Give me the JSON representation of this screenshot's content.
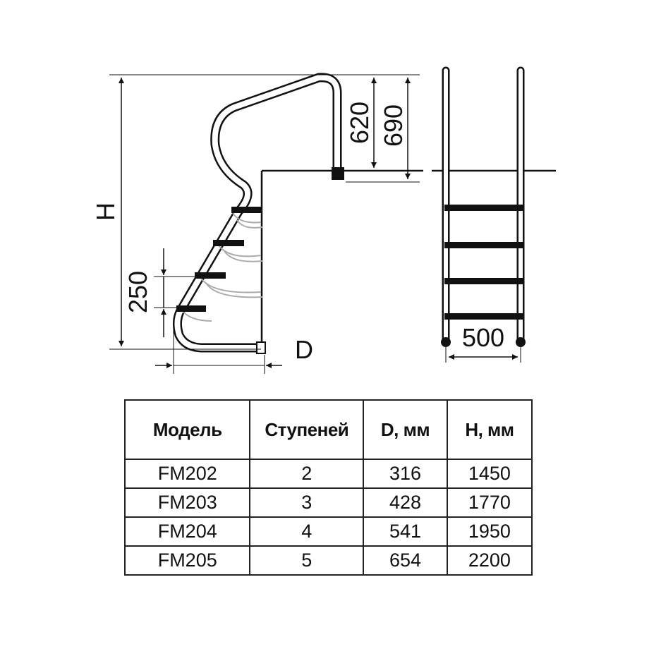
{
  "diagram": {
    "labels": {
      "height": "H",
      "handrail_height_1": "620",
      "handrail_height_2": "690",
      "step_spacing": "250",
      "depth": "D",
      "width": "500"
    }
  },
  "table": {
    "headers": [
      "Модель",
      "Ступеней",
      "D, мм",
      "H, мм"
    ],
    "rows": [
      [
        "FM202",
        "2",
        "316",
        "1450"
      ],
      [
        "FM203",
        "3",
        "428",
        "1770"
      ],
      [
        "FM204",
        "4",
        "541",
        "1950"
      ],
      [
        "FM205",
        "5",
        "654",
        "2200"
      ]
    ]
  }
}
